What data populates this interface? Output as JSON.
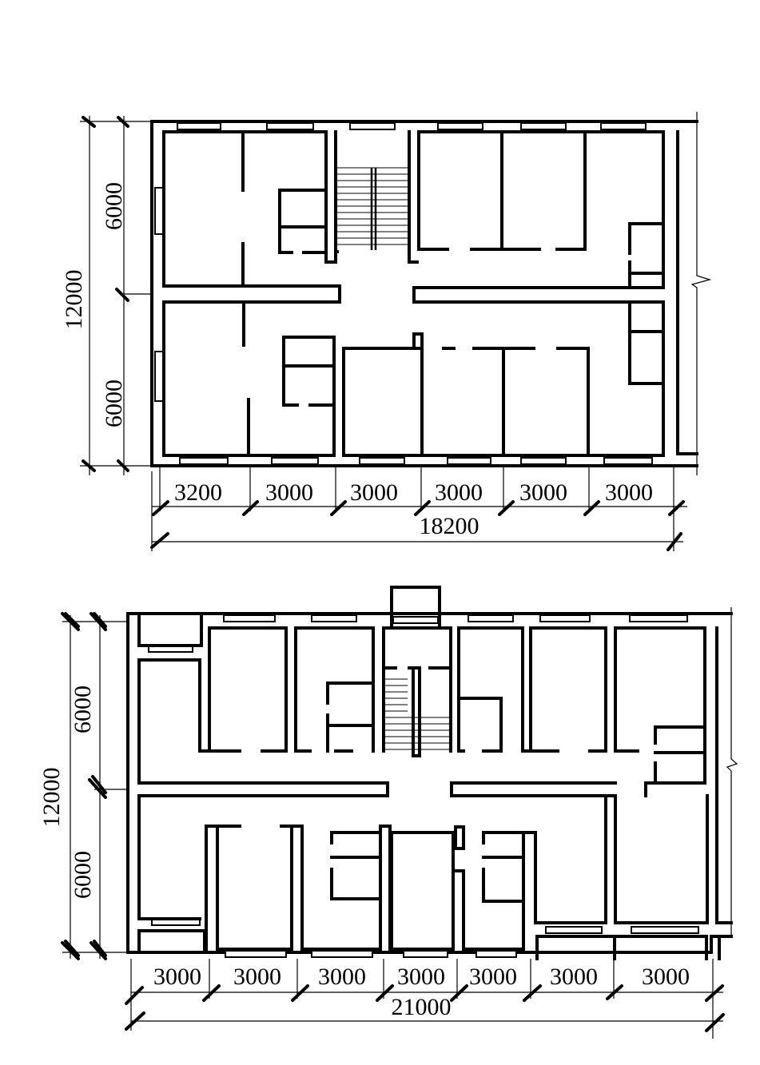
{
  "plan_top": {
    "height_total": "12000",
    "height_upper": "6000",
    "height_lower": "6000",
    "bays": [
      "3200",
      "3000",
      "3000",
      "3000",
      "3000",
      "3000"
    ],
    "length_total": "18200"
  },
  "plan_bottom": {
    "height_total": "12000",
    "height_upper": "6000",
    "height_lower": "6000",
    "bays": [
      "3000",
      "3000",
      "3000",
      "3000",
      "3000",
      "3000",
      "3000"
    ],
    "length_total": "21000"
  }
}
